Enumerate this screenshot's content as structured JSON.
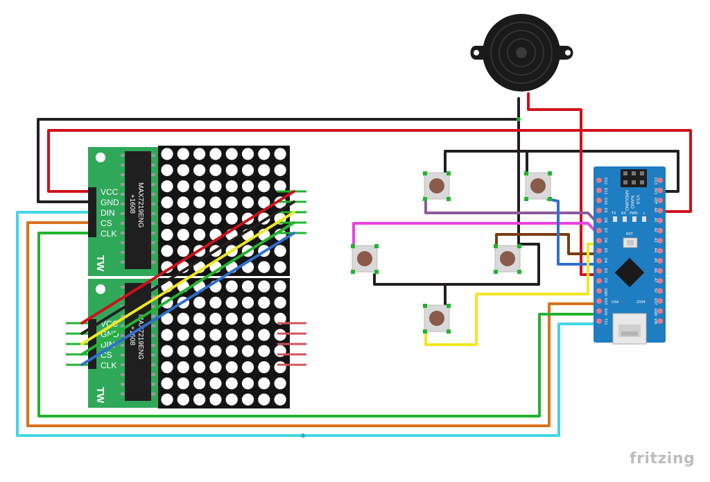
{
  "brand": "fritzing",
  "matrix_module": {
    "pins": [
      "VCC",
      "GND",
      "DIN",
      "CS",
      "CLK"
    ],
    "chip_line1": "MAX7219ENG",
    "chip_line2": "+1608",
    "logo": "TW"
  },
  "arduino": {
    "name_line1": "ARDUINO",
    "name_line2": "NANO",
    "name_line3": "V3.0",
    "rst": "RST",
    "led_labels": [
      "TX",
      "RX",
      "PWR",
      "L"
    ],
    "bottom_left": "USA",
    "bottom_right": "2009",
    "top_pins": [
      "D12",
      "D11",
      "D10",
      "D9",
      "D8",
      "D7",
      "D6",
      "D5",
      "D4",
      "D3",
      "D2",
      "GND",
      "RST",
      "RX0",
      "TX1"
    ],
    "bottom_pins": [
      "D13",
      "3V3",
      "REF",
      "A0",
      "A1",
      "A2",
      "A3",
      "A4",
      "A5",
      "A6",
      "A7",
      "5V",
      "RST",
      "GND",
      "VIN"
    ]
  },
  "wire_colors": {
    "black": "#231f20",
    "red": "#d0101a",
    "cyan": "#41d7e6",
    "orange": "#d9731c",
    "green": "#21b42f",
    "yellow": "#f2e721",
    "blue": "#2f6fd0",
    "magenta": "#ea40e6",
    "purple": "#8e5a9e",
    "brown": "#7a3d0c",
    "board_green": "#2fa85a",
    "nano_blue": "#1f7dc1"
  }
}
